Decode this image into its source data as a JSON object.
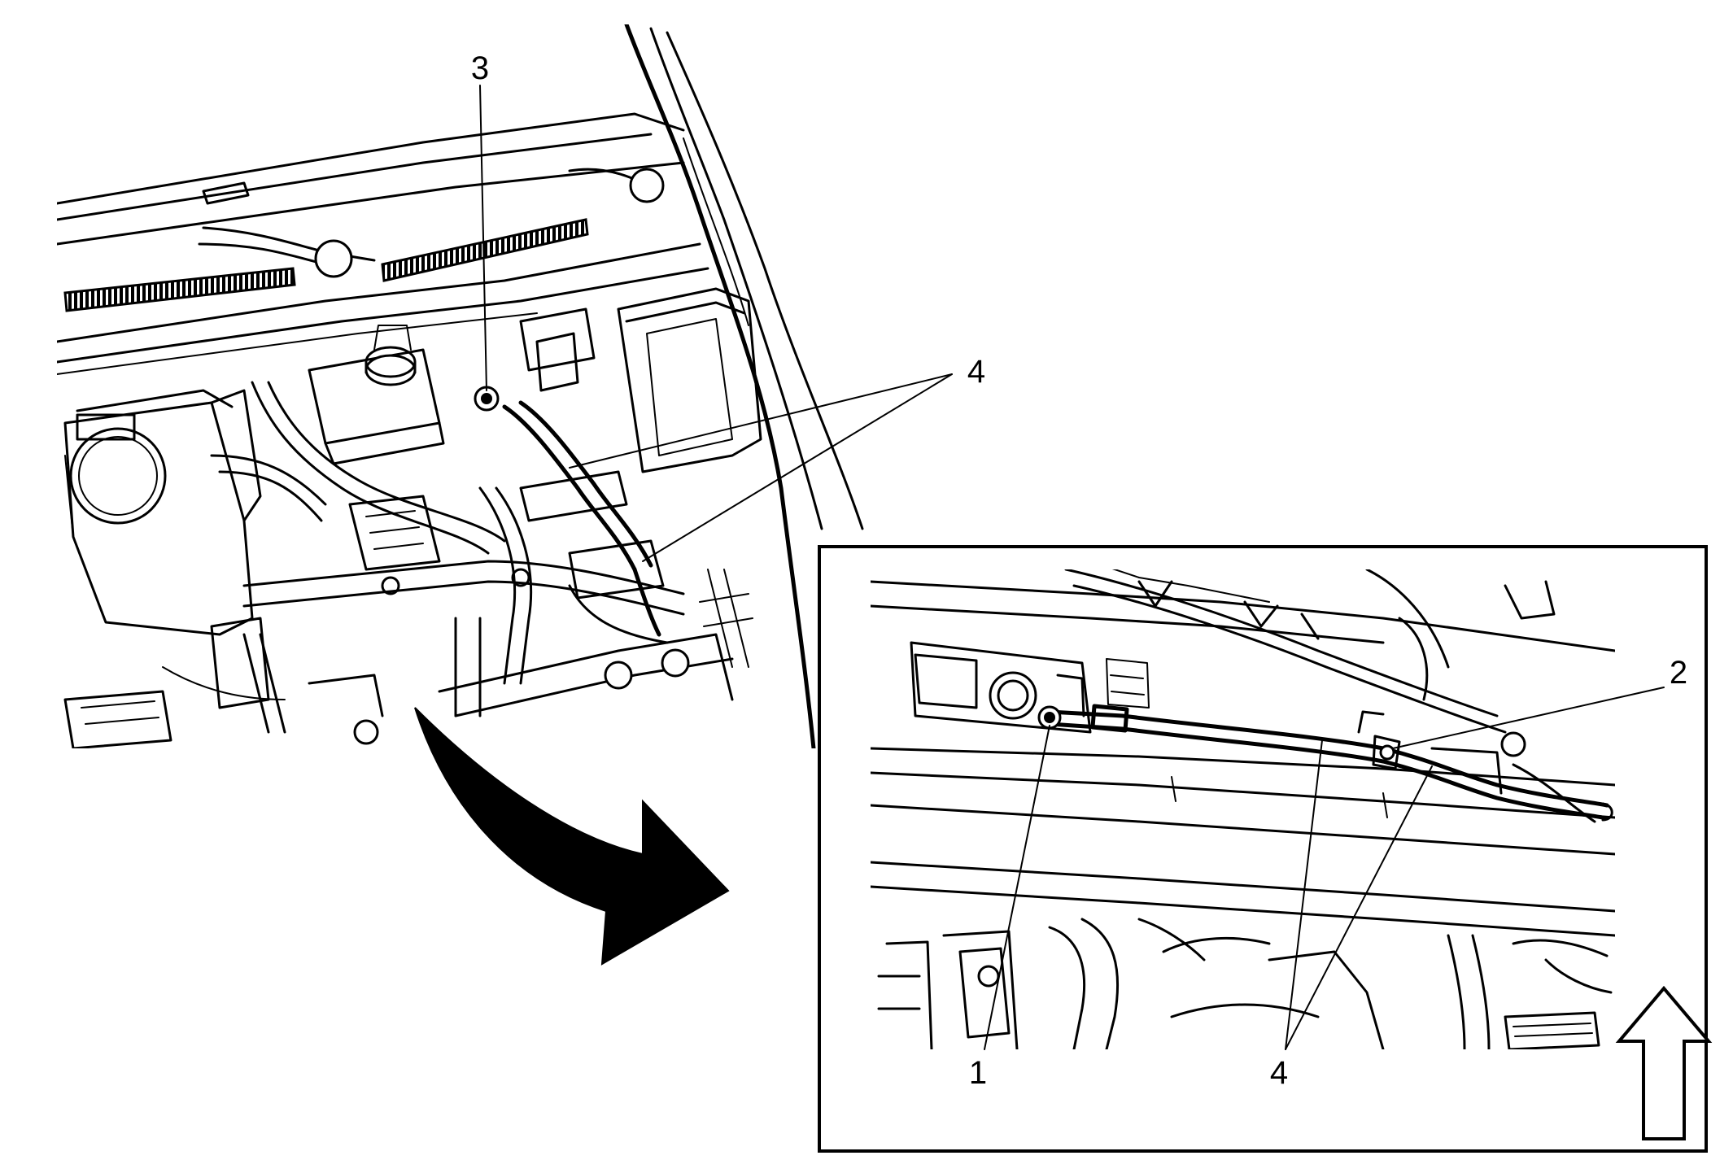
{
  "callouts": {
    "main": [
      {
        "id": "callout-3",
        "label": "3"
      },
      {
        "id": "callout-4-main",
        "label": "4"
      }
    ],
    "detail": [
      {
        "id": "callout-1",
        "label": "1"
      },
      {
        "id": "callout-2",
        "label": "2"
      },
      {
        "id": "callout-4-detail",
        "label": "4"
      }
    ]
  },
  "icons": {
    "view_arrow": "curved-arrow-icon",
    "front_indicator": "up-arrow-icon"
  }
}
